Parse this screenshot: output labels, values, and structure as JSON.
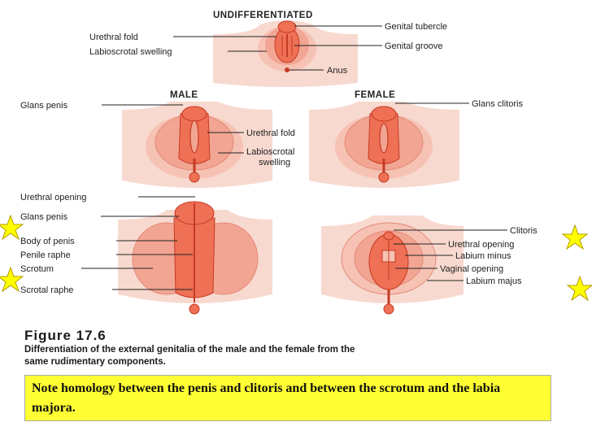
{
  "headers": {
    "undifferentiated": "UNDIFFERENTIATED",
    "male": "MALE",
    "female": "FEMALE"
  },
  "labels": {
    "genital_tubercle": "Genital tubercle",
    "genital_groove": "Genital groove",
    "anus": "Anus",
    "urethral_fold_top": "Urethral fold",
    "labioscrotal_swelling_top": "Labioscrotal swelling",
    "glans_penis_mid": "Glans penis",
    "glans_clitoris": "Glans clitoris",
    "urethral_fold_mid": "Urethral fold",
    "labioscrotal_mid_1": "Labioscrotal",
    "labioscrotal_mid_2": "swelling",
    "urethral_opening_male": "Urethral opening",
    "glans_penis_bottom": "Glans penis",
    "body_of_penis": "Body of penis",
    "penile_raphe": "Penile raphe",
    "scrotum": "Scrotum",
    "scrotal_raphe": "Scrotal raphe",
    "clitoris": "Clitoris",
    "urethral_opening_female": "Urethral opening",
    "labium_minus": "Labium minus",
    "vaginal_opening": "Vaginal opening",
    "labium_majus": "Labium majus"
  },
  "figure": {
    "title": "Figure 17.6",
    "line1": "Differentiation of the external genitalia of the male and the female from the",
    "line2": "same rudimentary components."
  },
  "note": "Note homology between the penis and clitoris and between the scrotum and the labia majora.",
  "colors": {
    "skin": "#f8d9cf",
    "swelling": "#f2a593",
    "tissue": "#ee7055",
    "dark": "#c63a24",
    "note_bg": "#ffff33",
    "star": "#ffff00"
  }
}
